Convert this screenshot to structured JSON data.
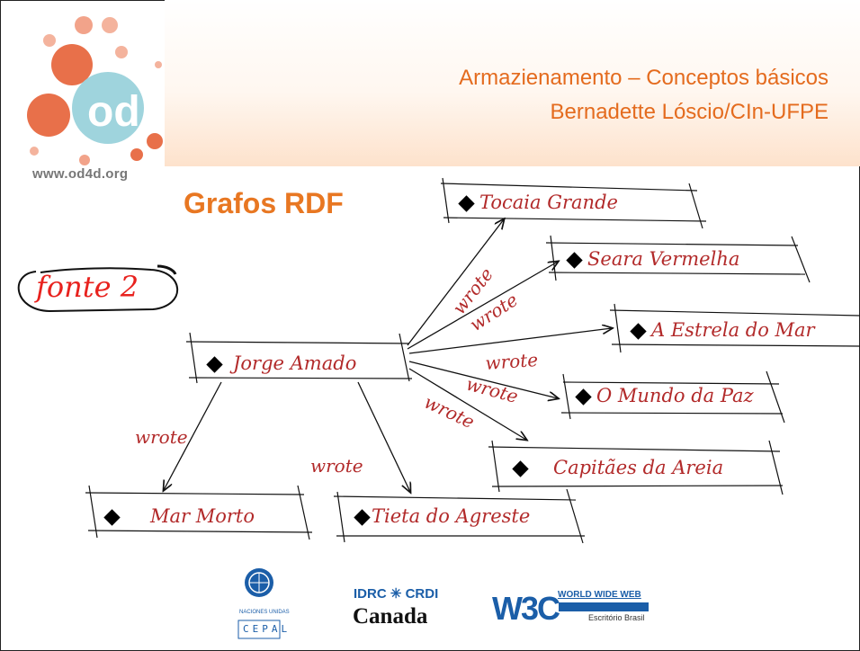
{
  "header": {
    "line1": "Armazienamento – Conceptos básicos",
    "line2": "Bernadette Lóscio/CIn-UFPE"
  },
  "logo": {
    "mark": "od",
    "site": "www.od4d.org"
  },
  "heading": "Grafos RDF",
  "source_note": "fonte 2",
  "graph": {
    "subject": "Jorge Amado",
    "edge_label": "wrote",
    "objects": [
      "Tocaia Grande",
      "Seara Vermelha",
      "A Estrela do Mar",
      "O Mundo da Paz",
      "Capitães da Areia",
      "Mar Morto",
      "Tieta do Agreste"
    ]
  },
  "footer_logos": {
    "un_small": "NACIONES UNIDAS",
    "cepal": "CEPAL",
    "idrc": "IDRC",
    "crdi": "CRDI",
    "canada": "Canada",
    "w3c": "W3C",
    "w3c_line": "WORLD WIDE WEB",
    "w3c_sub": "Escritório Brasil"
  },
  "colors": {
    "accent_orange": "#e87722",
    "header_text": "#e46b1e",
    "node_text": "#b22a2a",
    "note_red": "#e8221e",
    "logo_orange": "#e8704a",
    "logo_teal": "#9fd4dd"
  }
}
